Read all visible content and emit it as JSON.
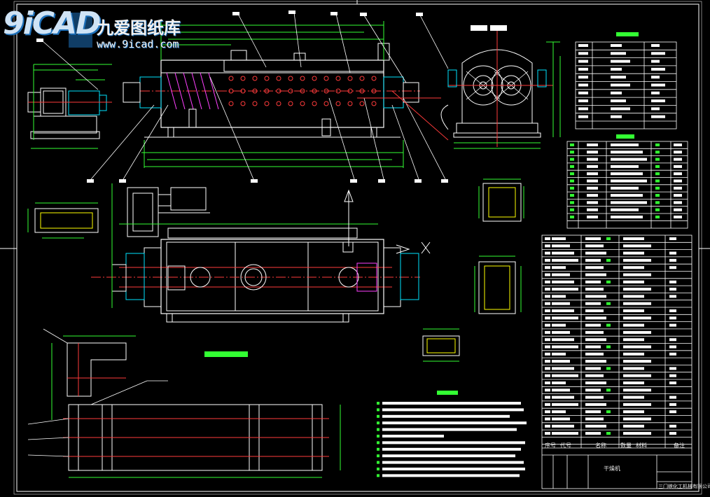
{
  "watermark": {
    "logo_text": "9iCAD",
    "site_name": "九爱图纸库",
    "url": "www.9icad.com"
  },
  "title_block": {
    "header_cells": [
      "序号",
      "代号",
      "名称",
      "数量",
      "材料",
      "备注"
    ],
    "drawing_title": "干燥机",
    "company_name": "三门峡化工机械有限公司"
  },
  "colors": {
    "background": "#000000",
    "outline": "#ffffff",
    "centerline": "#ff3b3b",
    "dimension": "#33ff33",
    "hatch": "#ff40ff",
    "cyan": "#00e5ff",
    "yellow": "#ffff00",
    "blue": "#4a6cff"
  }
}
